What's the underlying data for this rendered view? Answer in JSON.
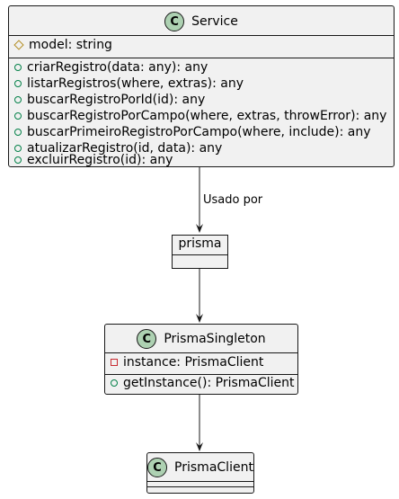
{
  "service": {
    "stereotype_icon": "C",
    "name": "Service",
    "attributes": [
      {
        "visibility": "protected",
        "text": "model: string"
      }
    ],
    "methods": [
      {
        "visibility": "public",
        "text": "criarRegistro(data: any): any"
      },
      {
        "visibility": "public",
        "text": "listarRegistros(where, extras): any"
      },
      {
        "visibility": "public",
        "text": "buscarRegistroPorId(id): any"
      },
      {
        "visibility": "public",
        "text": "buscarRegistroPorCampo(where, extras, throwError): any"
      },
      {
        "visibility": "public",
        "text": "buscarPrimeiroRegistroPorCampo(where, include): any"
      },
      {
        "visibility": "public",
        "text": "atualizarRegistro(id, data): any"
      },
      {
        "visibility": "public",
        "text": "excluirRegistro(id): any"
      }
    ]
  },
  "prisma_object": {
    "name": "prisma"
  },
  "prisma_singleton": {
    "stereotype_icon": "C",
    "name": "PrismaSingleton",
    "attributes": [
      {
        "visibility": "private",
        "text": "instance: PrismaClient"
      }
    ],
    "methods": [
      {
        "visibility": "public",
        "text": "getInstance(): PrismaClient"
      }
    ]
  },
  "prisma_client": {
    "stereotype_icon": "C",
    "name": "PrismaClient"
  },
  "edges": {
    "service_to_prisma_label": "Usado por"
  },
  "colors": {
    "box_fill": "#f1f1f1",
    "border": "#181818",
    "class_badge": "#add1b2",
    "public": "#038048",
    "protected": "#b38d22",
    "private": "#c82930"
  }
}
